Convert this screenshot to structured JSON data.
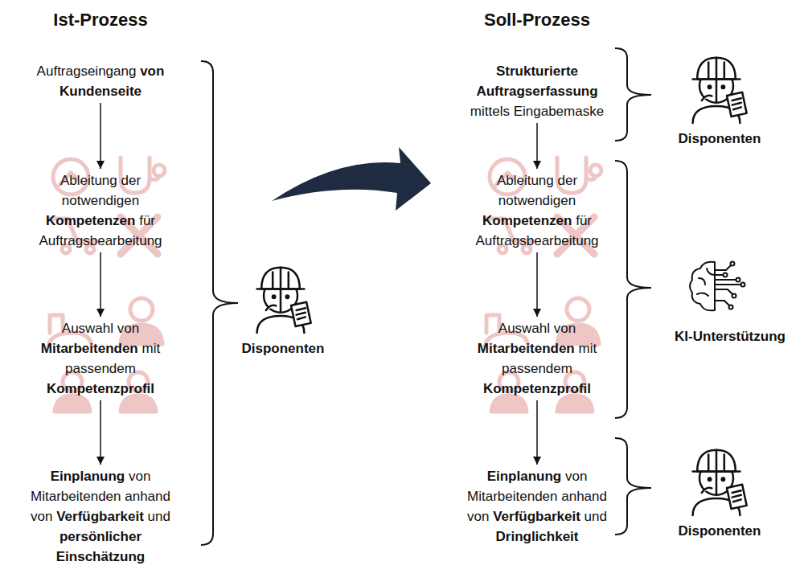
{
  "diagram": {
    "nodes": [
      {
        "text": [
          "Auftragseingang von Kundenseite"
        ]
      },
      {
        "text": [
          "Ableitung der notwendigen Kompetenzen für Auftragsbearbeitung"
        ]
      },
      {
        "text": [
          "Auswahl von Mitarbeitenden mit passendem Kompetenzprofil"
        ]
      },
      {
        "text": [
          "Einplanung von Mitarbeitenden anhand von Verfügbarkeit und persönlicher Einschätzung"
        ]
      },
      {
        "text": [
          "Strukturierte Auftragserfassung mittels Eingabemaske"
        ]
      },
      {
        "text": [
          "Ableitung der notwendigen Kompetenzen für Auftragsbearbeitung"
        ]
      },
      {
        "text": [
          "Auswahl von Mitarbeitenden mit passendem Kompetenzprofil"
        ]
      },
      {
        "text": [
          "Einplanung von Mitarbeitenden anhand von Verfügbarkeit und Dringlichkeit"
        ]
      }
    ],
    "edges": [
      {
        "from": 0,
        "to": 1,
        "arrow": "to"
      },
      {
        "from": 1,
        "to": 2,
        "arrow": "to"
      },
      {
        "from": 2,
        "to": 3,
        "arrow": "to"
      },
      {
        "from": 4,
        "to": 5,
        "arrow": "to"
      },
      {
        "from": 5,
        "to": 6,
        "arrow": "to"
      },
      {
        "from": 6,
        "to": 7,
        "arrow": "to"
      }
    ],
    "labels": [
      "Ist-Prozess",
      "Soll-Prozess",
      "Disponenten",
      "Disponenten",
      "KI-Unterstützung",
      "Disponenten"
    ]
  }
}
